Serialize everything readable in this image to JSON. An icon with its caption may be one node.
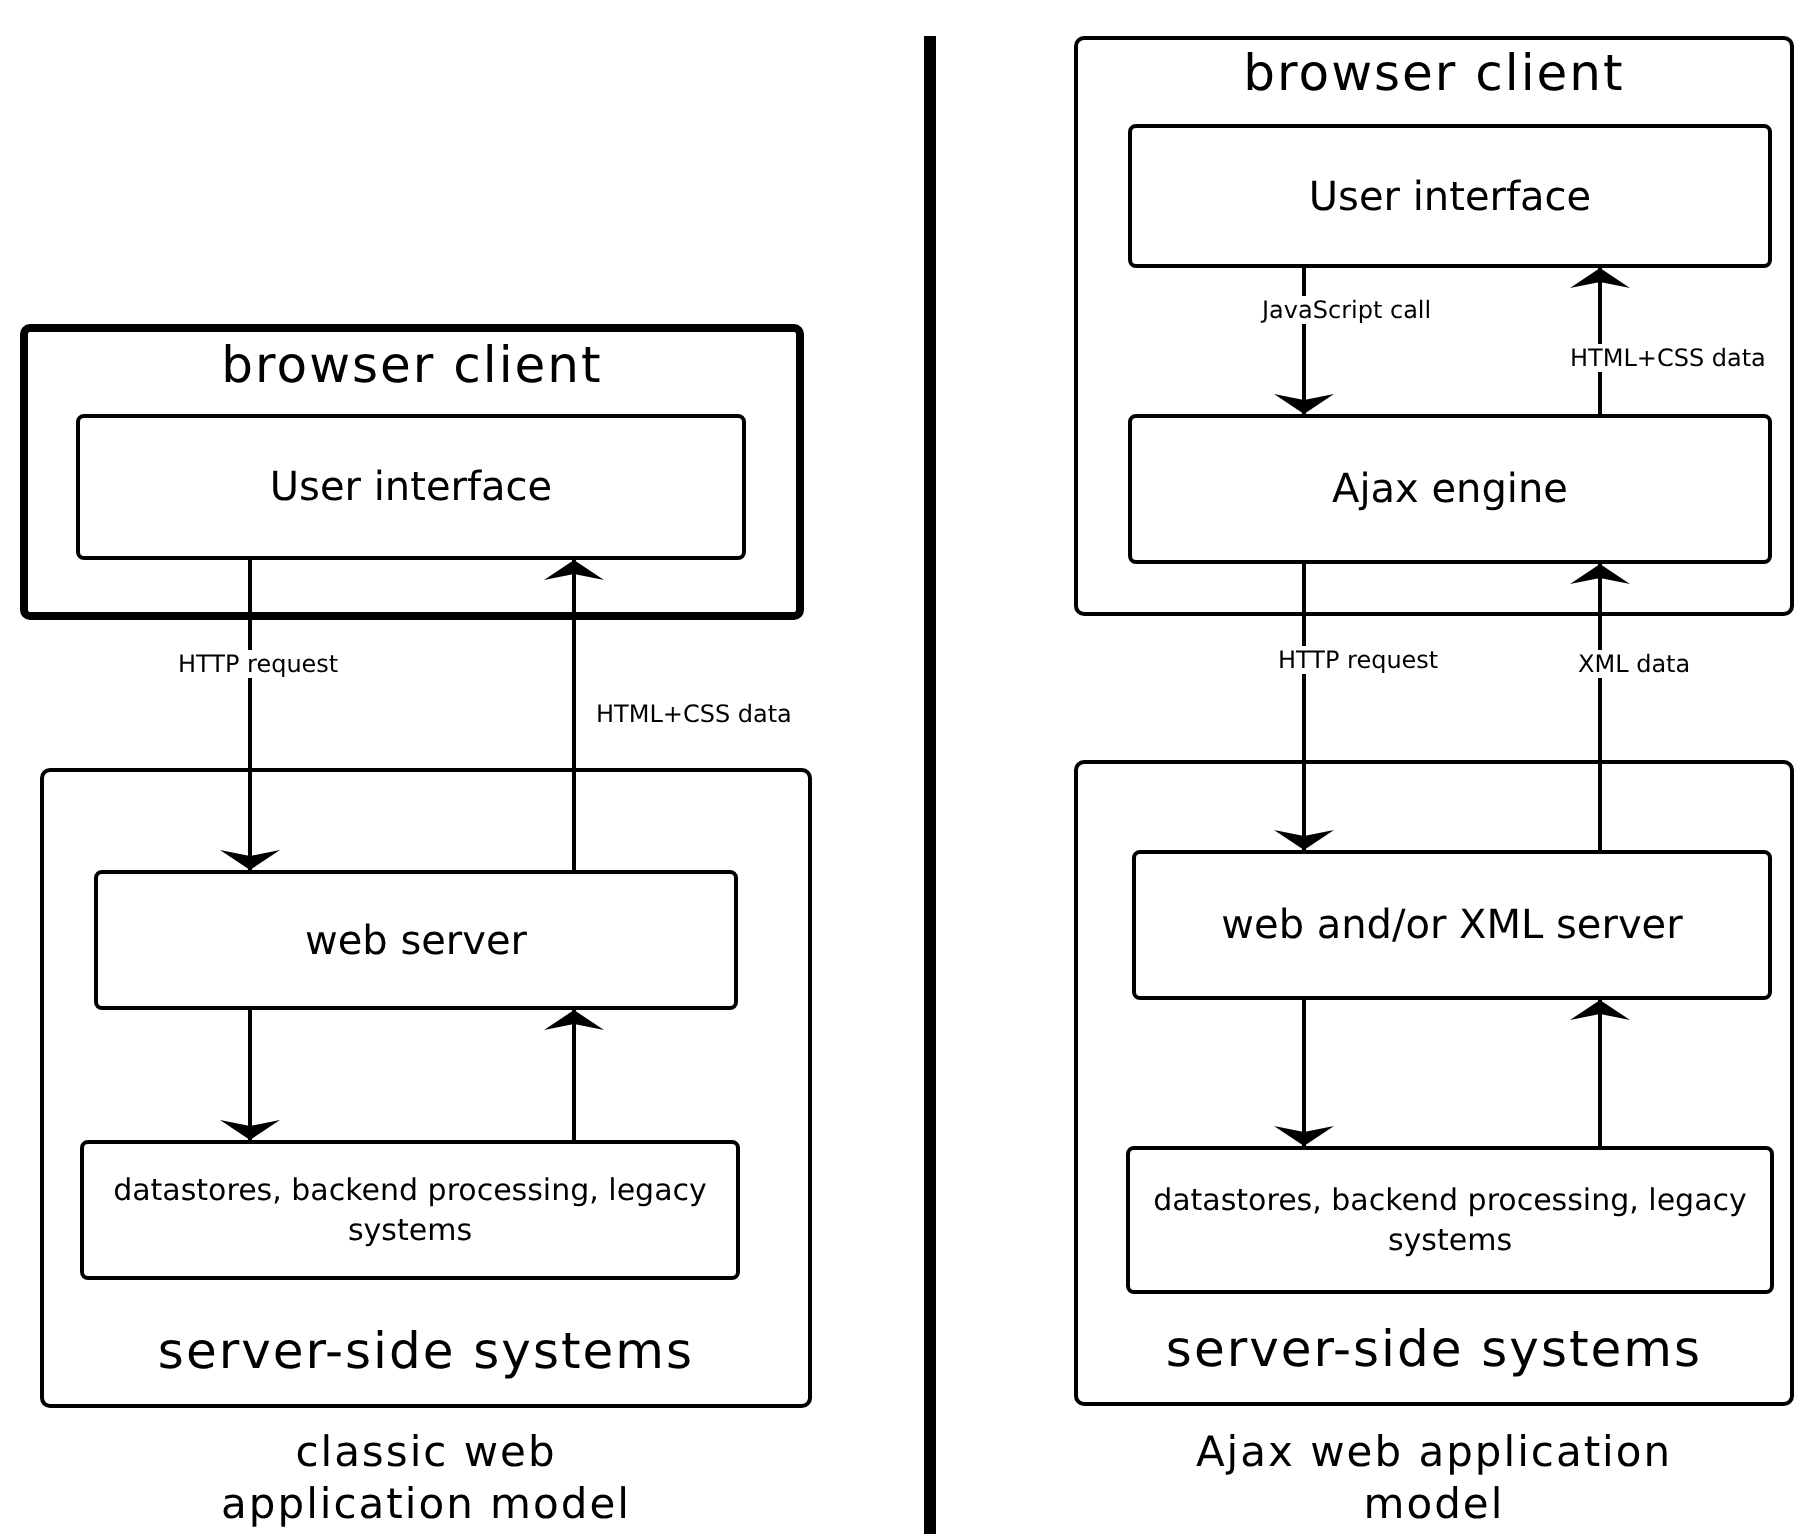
{
  "diagram": {
    "nodes": [
      {
        "text": [
          "browser client"
        ]
      },
      {
        "text": [
          "User interface"
        ],
        "in": 0
      },
      {
        "text": [
          "server-side systems"
        ]
      },
      {
        "text": [
          "web server"
        ],
        "in": 2
      },
      {
        "text": [
          "datastores, backend processing, legacy systems"
        ],
        "in": 2
      },
      {
        "text": [
          "browser client"
        ]
      },
      {
        "text": [
          "User interface"
        ],
        "in": 5
      },
      {
        "text": [
          "Ajax engine"
        ],
        "in": 5
      },
      {
        "text": [
          "server-side systems"
        ]
      },
      {
        "text": [
          "web and/or XML server"
        ],
        "in": 8
      },
      {
        "text": [
          "datastores, backend processing, legacy systems"
        ],
        "in": 8
      }
    ],
    "edges": [
      {
        "from": 1,
        "to": 3,
        "arrow": "to",
        "label": "HTTP request"
      },
      {
        "from": 3,
        "to": 1,
        "arrow": "to",
        "label": "HTML+CSS data"
      },
      {
        "from": 3,
        "to": 4,
        "arrow": "to"
      },
      {
        "from": 4,
        "to": 3,
        "arrow": "to"
      },
      {
        "from": 6,
        "to": 7,
        "arrow": "to",
        "label": "JavaScript call"
      },
      {
        "from": 7,
        "to": 6,
        "arrow": "to",
        "label": "HTML+CSS data"
      },
      {
        "from": 7,
        "to": 9,
        "arrow": "to",
        "label": "HTTP request"
      },
      {
        "from": 9,
        "to": 7,
        "arrow": "to",
        "label": "XML data"
      },
      {
        "from": 9,
        "to": 10,
        "arrow": "to"
      },
      {
        "from": 10,
        "to": 9,
        "arrow": "to"
      }
    ],
    "labels": [
      "classic web application model",
      "Ajax web application model"
    ]
  }
}
